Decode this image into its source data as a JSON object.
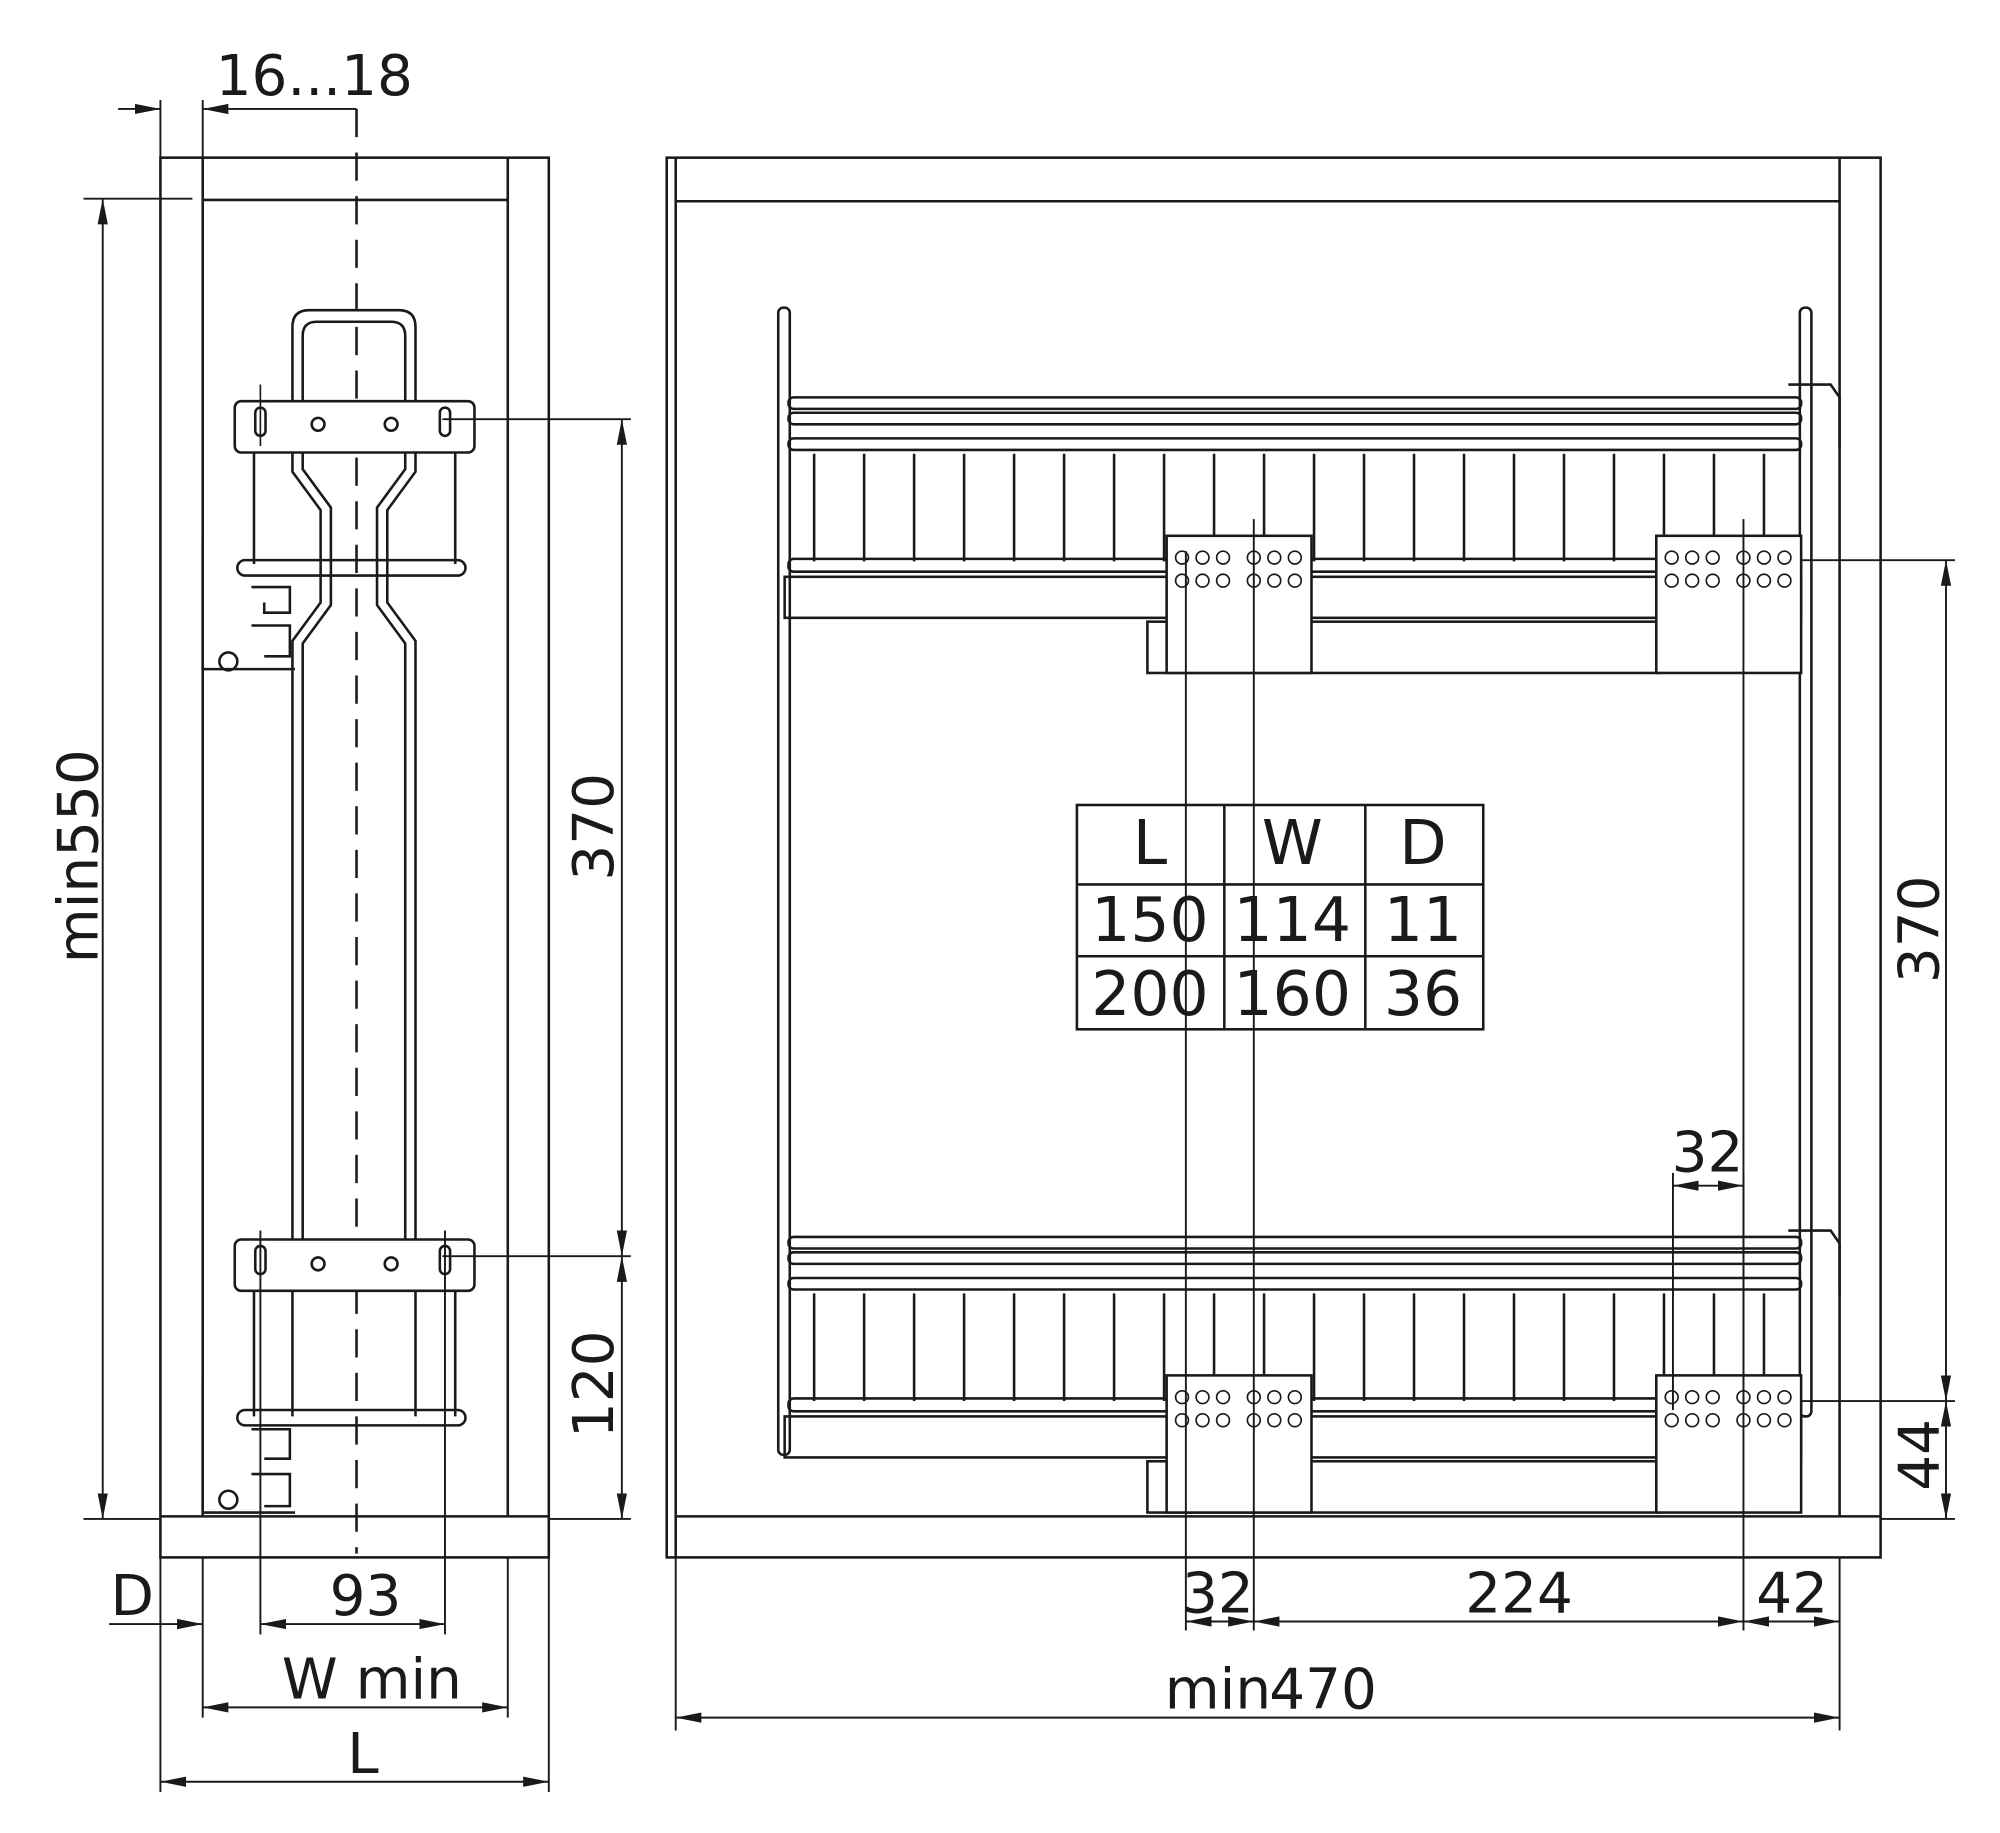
{
  "side_view": {
    "dims": {
      "panel_thickness": "16...18",
      "height": "min550",
      "mount_spacing": "370",
      "bottom_offset": "120",
      "depth_label": "D",
      "hole_spacing": "93",
      "width_label": "W min",
      "length_label": "L"
    }
  },
  "front_view": {
    "dims": {
      "mount_spacing": "370",
      "bottom_offset": "44",
      "hole_pitch_top": "32",
      "hole_pitch_bottom": "32",
      "block_spacing": "224",
      "edge_offset": "42",
      "width_prefix": "min",
      "width_value": "470"
    },
    "table": {
      "headers": [
        "L",
        "W",
        "D"
      ],
      "rows": [
        [
          "150",
          "114",
          "11"
        ],
        [
          "200",
          "160",
          "36"
        ]
      ]
    }
  }
}
